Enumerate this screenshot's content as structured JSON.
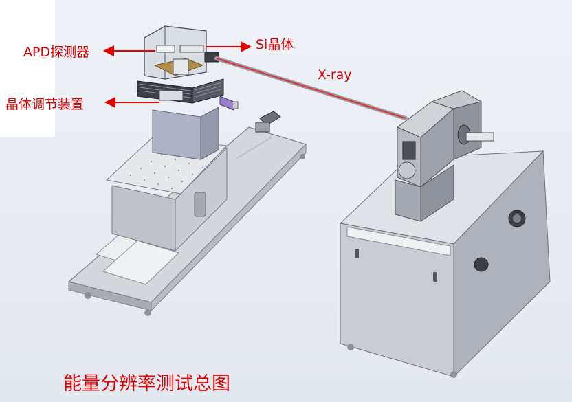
{
  "labels": {
    "apd_detector": "APD探测器",
    "si_crystal": "Si晶体",
    "xray": "X-ray",
    "crystal_adjuster": "晶体调节装置"
  },
  "caption": "能量分辨率测试总图",
  "colors": {
    "label_red": "#e00000",
    "beam": "#d83a3a",
    "cabinet_face": "#c9ccd2",
    "cabinet_side": "#aeb2ba",
    "frame_metal": "#d7dade"
  }
}
